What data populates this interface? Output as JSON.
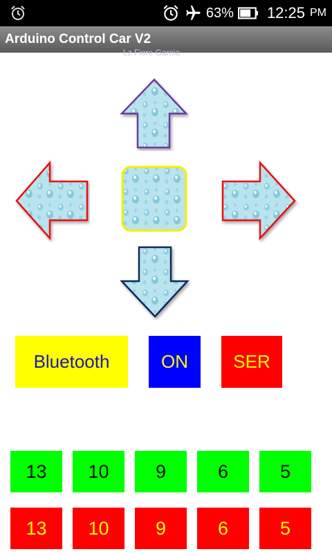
{
  "status": {
    "battery_percent": "63%",
    "time": "12:25",
    "ampm": "PM"
  },
  "app": {
    "title": "Arduino Control Car V2",
    "watermark": "Lz Fiore Garcia"
  },
  "buttons": {
    "bluetooth": "Bluetooth",
    "on": "ON",
    "ser": "SER"
  },
  "pins_green": [
    "13",
    "10",
    "9",
    "6",
    "5"
  ],
  "pins_red": [
    "13",
    "10",
    "9",
    "6",
    "5"
  ],
  "colors": {
    "bluetooth_bg": "#ffff00",
    "bluetooth_text": "#1a1aa8",
    "on_bg": "#0000ff",
    "on_text": "#ffff00",
    "ser_bg": "#ff0000",
    "ser_text": "#ffff00",
    "pin_green": "#00ff00",
    "pin_red": "#ff0000"
  }
}
